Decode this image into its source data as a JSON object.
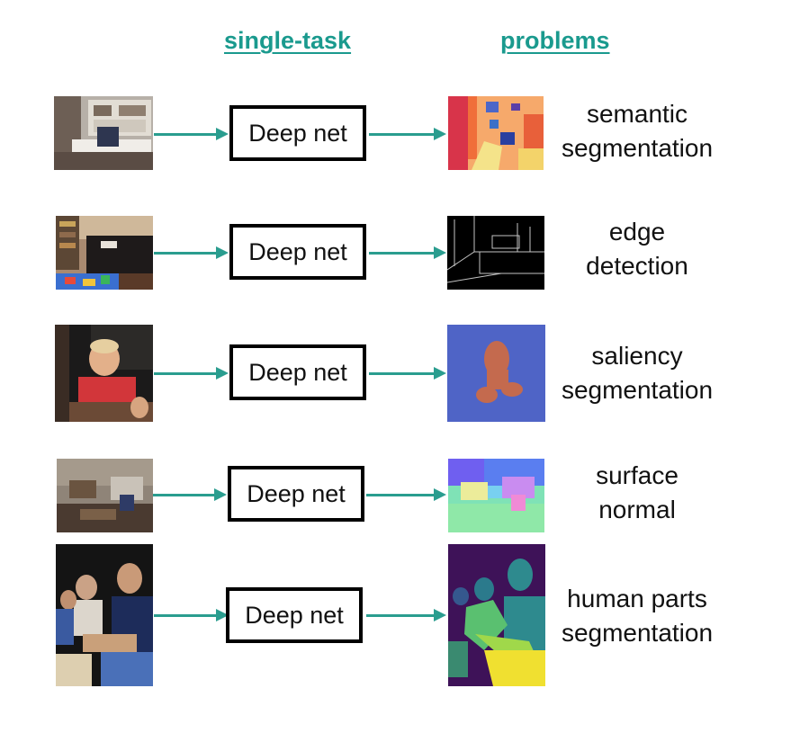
{
  "headers": {
    "left": "single-task",
    "right": "problems",
    "color": "#1a9a8e"
  },
  "accent_color": "#2a9d8f",
  "box_label": "Deep net",
  "rows": [
    {
      "id": "semantic",
      "label_line1": "semantic",
      "label_line2": "segmentation",
      "input_image": "kitchen-scene-photo",
      "output_image": "semantic-segmentation-map"
    },
    {
      "id": "edge",
      "label_line1": "edge",
      "label_line2": "detection",
      "input_image": "bedroom-scene-photo",
      "output_image": "edge-map"
    },
    {
      "id": "saliency",
      "label_line1": "saliency",
      "label_line2": "segmentation",
      "input_image": "child-eating-photo",
      "output_image": "saliency-mask"
    },
    {
      "id": "normal",
      "label_line1": "surface",
      "label_line2": "normal",
      "input_image": "living-room-photo",
      "output_image": "surface-normal-map"
    },
    {
      "id": "parts",
      "label_line1": "human parts",
      "label_line2": "segmentation",
      "input_image": "people-group-photo",
      "output_image": "human-parts-map"
    }
  ]
}
